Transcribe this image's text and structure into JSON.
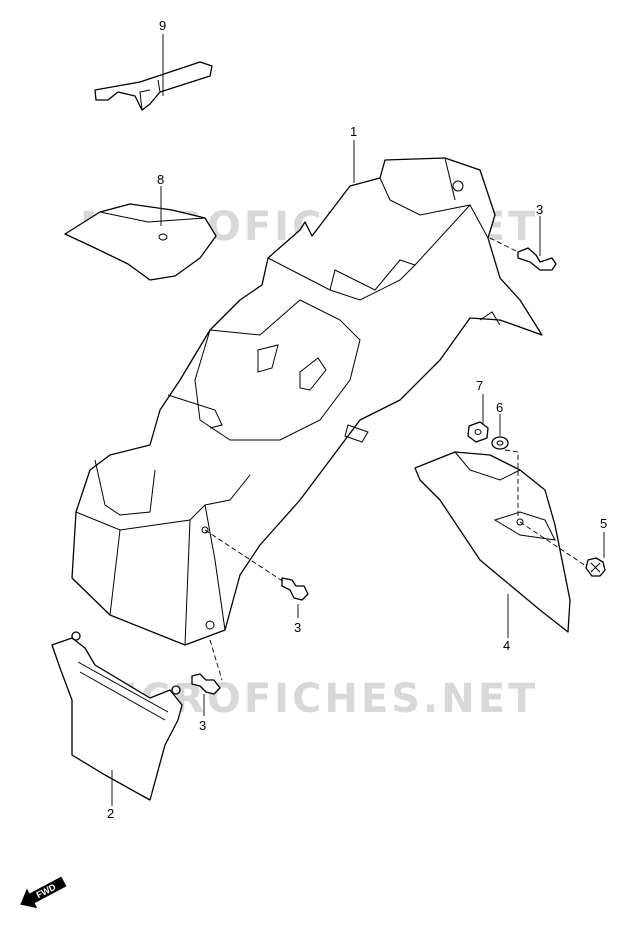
{
  "watermark": "MICROFICHES.NET",
  "fwd_label": "FWD",
  "callouts": [
    "1",
    "2",
    "3",
    "4",
    "5",
    "6",
    "7",
    "8",
    "9"
  ]
}
